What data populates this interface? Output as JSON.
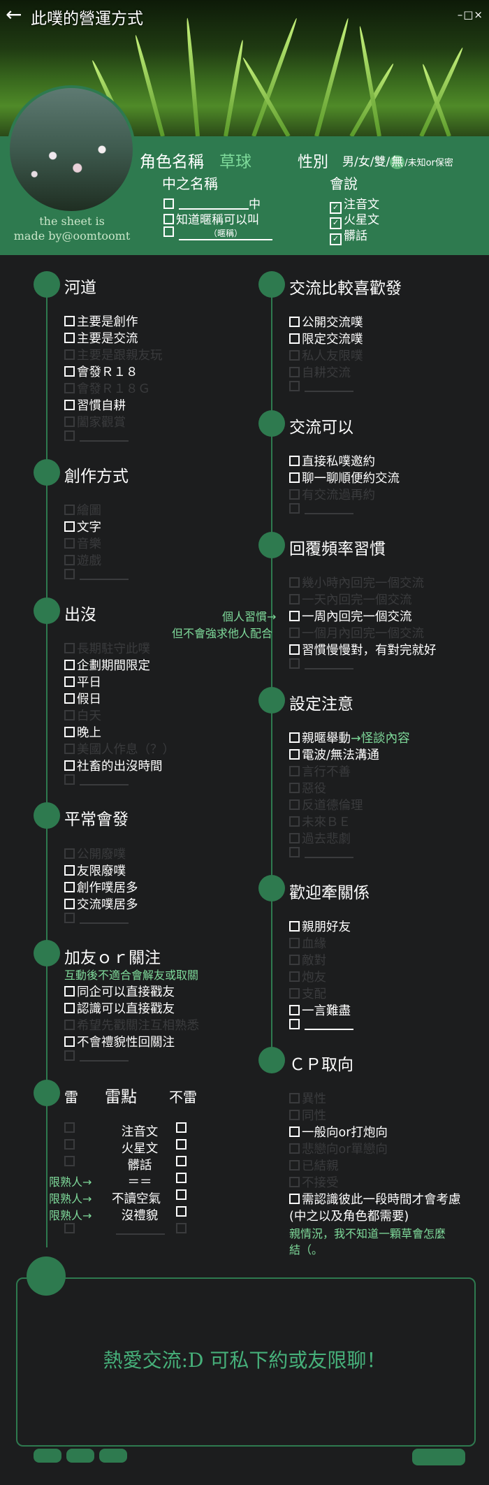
{
  "header": {
    "title": "此噗的營運方式",
    "back_icon": "left-arrow-icon",
    "window_controls": "–□×"
  },
  "profile": {
    "role_label": "角色名稱",
    "role_value": "草球",
    "gender_label": "性別",
    "gender_options": "男/女/雙/",
    "gender_selected": "無",
    "gender_extra": "/未知or保密",
    "cn_name_label": "中之名稱",
    "cn_suffix": "中",
    "cn_known": "知道暱稱可以叫",
    "cn_nick": "（暱稱）",
    "lang_label": "會說",
    "lang_items": [
      "注音文",
      "火星文",
      "髒話"
    ],
    "made_by_1": "the sheet is",
    "made_by_2": "made by@oomtoomt"
  },
  "sections": {
    "heyao": {
      "title": "河道",
      "items": [
        "主要是創作",
        "主要是交流",
        "主要是跟親友玩",
        "會發Ｒ１８",
        "會發Ｒ１８Ｇ",
        "習慣自耕",
        "闔家觀賞"
      ]
    },
    "create": {
      "title": "創作方式",
      "items": [
        "繪圖",
        "文字",
        "音樂",
        "遊戲"
      ]
    },
    "appear": {
      "title": "出沒",
      "items": [
        "長期駐守此噗",
        "企劃期間限定",
        "平日",
        "假日",
        "白天",
        "晚上",
        "美國人作息（？）",
        "社畜的出沒時間"
      ]
    },
    "post": {
      "title": "平常會發",
      "items": [
        "公開廢噗",
        "友限廢噗",
        "創作噗居多",
        "交流噗居多"
      ]
    },
    "friend": {
      "title": "加友ｏｒ關注",
      "note": "互動後不適合會解友或取關",
      "items": [
        "同企可以直接戳友",
        "認識可以直接戳友",
        "希望先戳關注互相熟悉",
        "不會禮貌性回關注"
      ]
    },
    "thunder": {
      "title": "雷",
      "title2": "雷點",
      "title3": "不雷",
      "items": [
        "注音文",
        "火星文",
        "髒話",
        "＝＝",
        "不讀空氣",
        "沒禮貌"
      ],
      "notes": [
        "限熟人→",
        "限熟人→",
        "限熟人→"
      ]
    },
    "chat": {
      "title": "交流比較喜歡發",
      "items": [
        "公開交流噗",
        "限定交流噗",
        "私人友限噗",
        "自耕交流"
      ]
    },
    "can": {
      "title": "交流可以",
      "items": [
        "直接私噗邀約",
        "聊一聊順便約交流",
        "有交流過再約"
      ]
    },
    "reply": {
      "title": "回覆頻率習慣",
      "items": [
        "幾小時內回完一個交流",
        "一天內回完一個交流",
        "一周內回完一個交流",
        "一個月內回完一個交流",
        "習慣慢慢對，有對完就好"
      ],
      "note1": "個人習慣→",
      "note2": "但不會強求他人配合"
    },
    "notice": {
      "title": "設定注意",
      "items": [
        "親暱舉動",
        "電波/無法溝通",
        "言行不善",
        "惡役",
        "反道德倫理",
        "未來ＢＥ",
        "過去悲劇"
      ],
      "note": "→怪談內容"
    },
    "rel": {
      "title": "歡迎牽關係",
      "items": [
        "親朋好友",
        "血緣",
        "敵對",
        "炮友",
        "支配",
        "一言難盡"
      ]
    },
    "cp": {
      "title": "ＣＰ取向",
      "items": [
        "異性",
        "同性",
        "一般向or打炮向",
        "悲戀向or單戀向",
        "已結親",
        "不接受",
        "需認識彼此一段時間才會考慮",
        "(中之以及角色都需要)"
      ],
      "note": "親情況，我不知道一顆草會怎麼",
      "note2": "結（。"
    }
  },
  "message": "熱愛交流:D 可私下約或友限聊！"
}
